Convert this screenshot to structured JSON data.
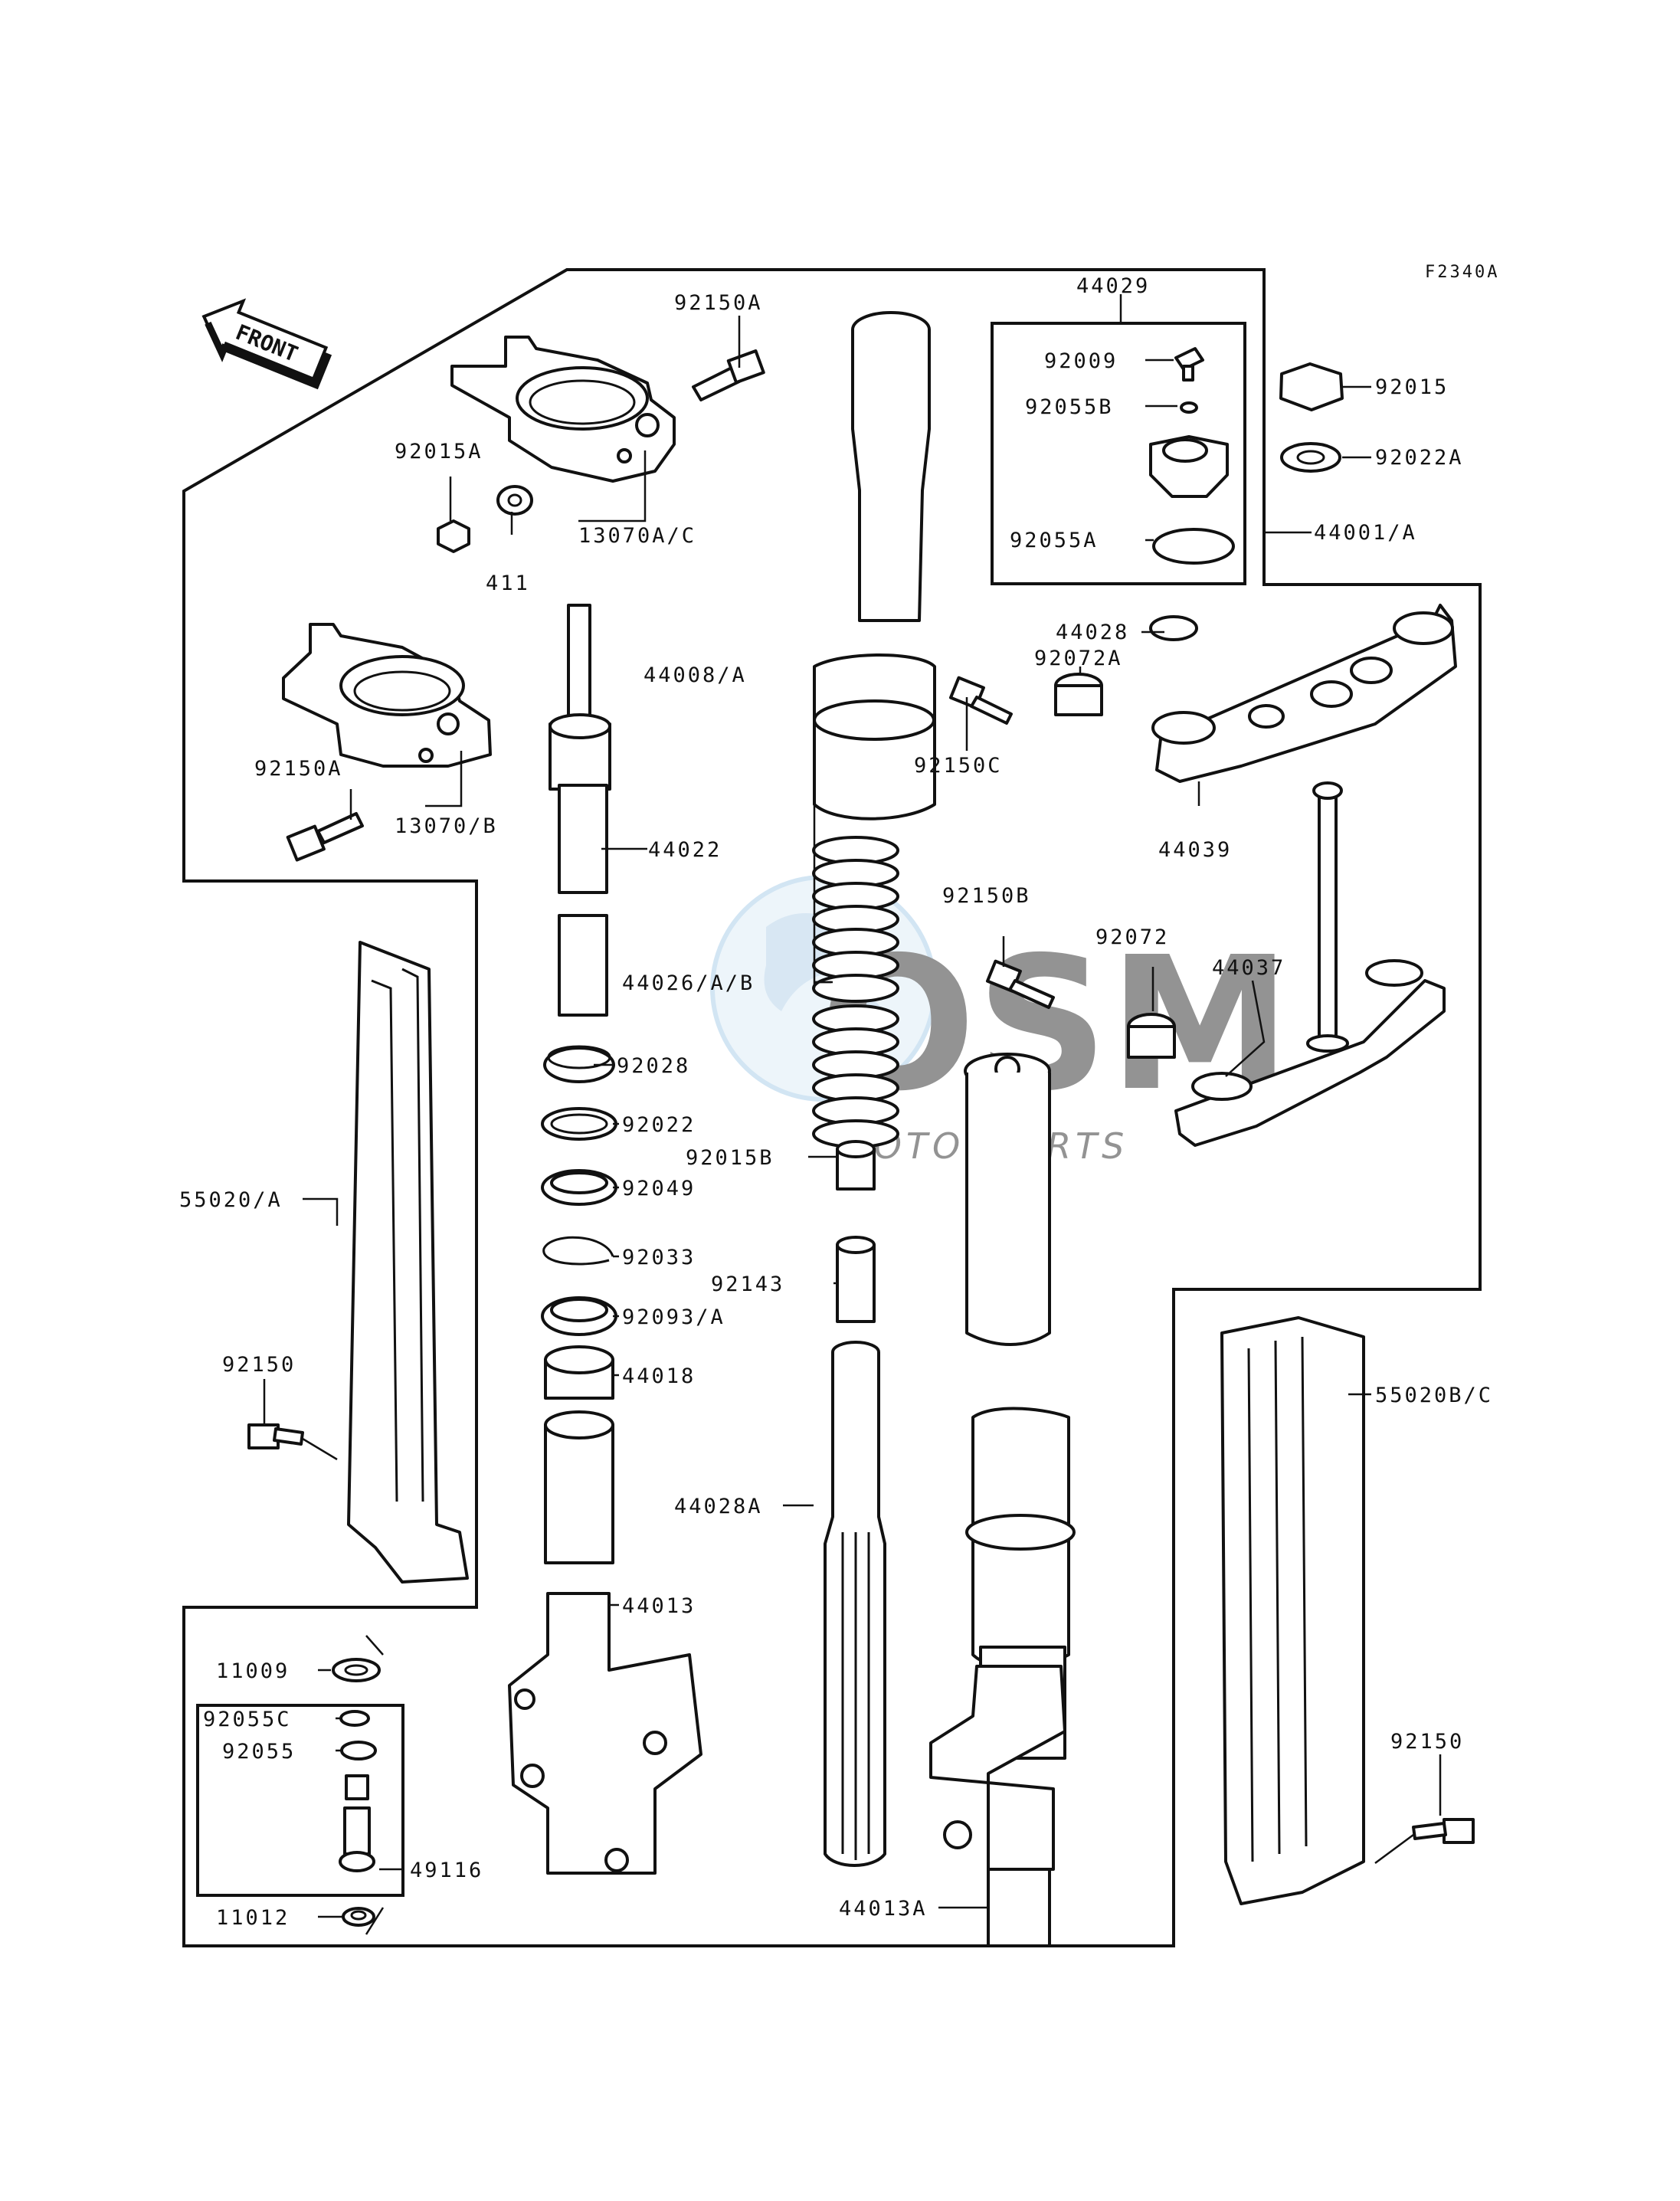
{
  "diagram_code": "F2340A",
  "front_label": "FRONT",
  "watermark": {
    "brand": "OSM",
    "subtitle": "MOTORPARTS"
  },
  "callouts": {
    "p92150A_top": "92150A",
    "p92015A": "92015A",
    "p411": "411",
    "p13070AC": "13070A/C",
    "p92150A_left": "92150A",
    "p13070B": "13070/B",
    "p44022": "44022",
    "p44008A": "44008/A",
    "p44029": "44029",
    "p92009": "92009",
    "p92055B": "92055B",
    "p92055A": "92055A",
    "p92015": "92015",
    "p92022A": "92022A",
    "p44001A": "44001/A",
    "p44028": "44028",
    "p92072A": "92072A",
    "p92150C": "92150C",
    "p44039": "44039",
    "p44026AB": "44026/A/B",
    "p92150B": "92150B",
    "p92072": "92072",
    "p44037": "44037",
    "p55020A": "55020/A",
    "p92028": "92028",
    "p92022": "92022",
    "p92015B": "92015B",
    "p92049": "92049",
    "p92033": "92033",
    "p92143": "92143",
    "p92093A": "92093/A",
    "p44018": "44018",
    "p92150_left": "92150",
    "p44028A": "44028A",
    "p55020BC": "55020B/C",
    "p44013": "44013",
    "p11009": "11009",
    "p92055C": "92055C",
    "p92055": "92055",
    "p49116": "49116",
    "p11012": "11012",
    "p92150_right": "92150",
    "p44013A": "44013A"
  }
}
